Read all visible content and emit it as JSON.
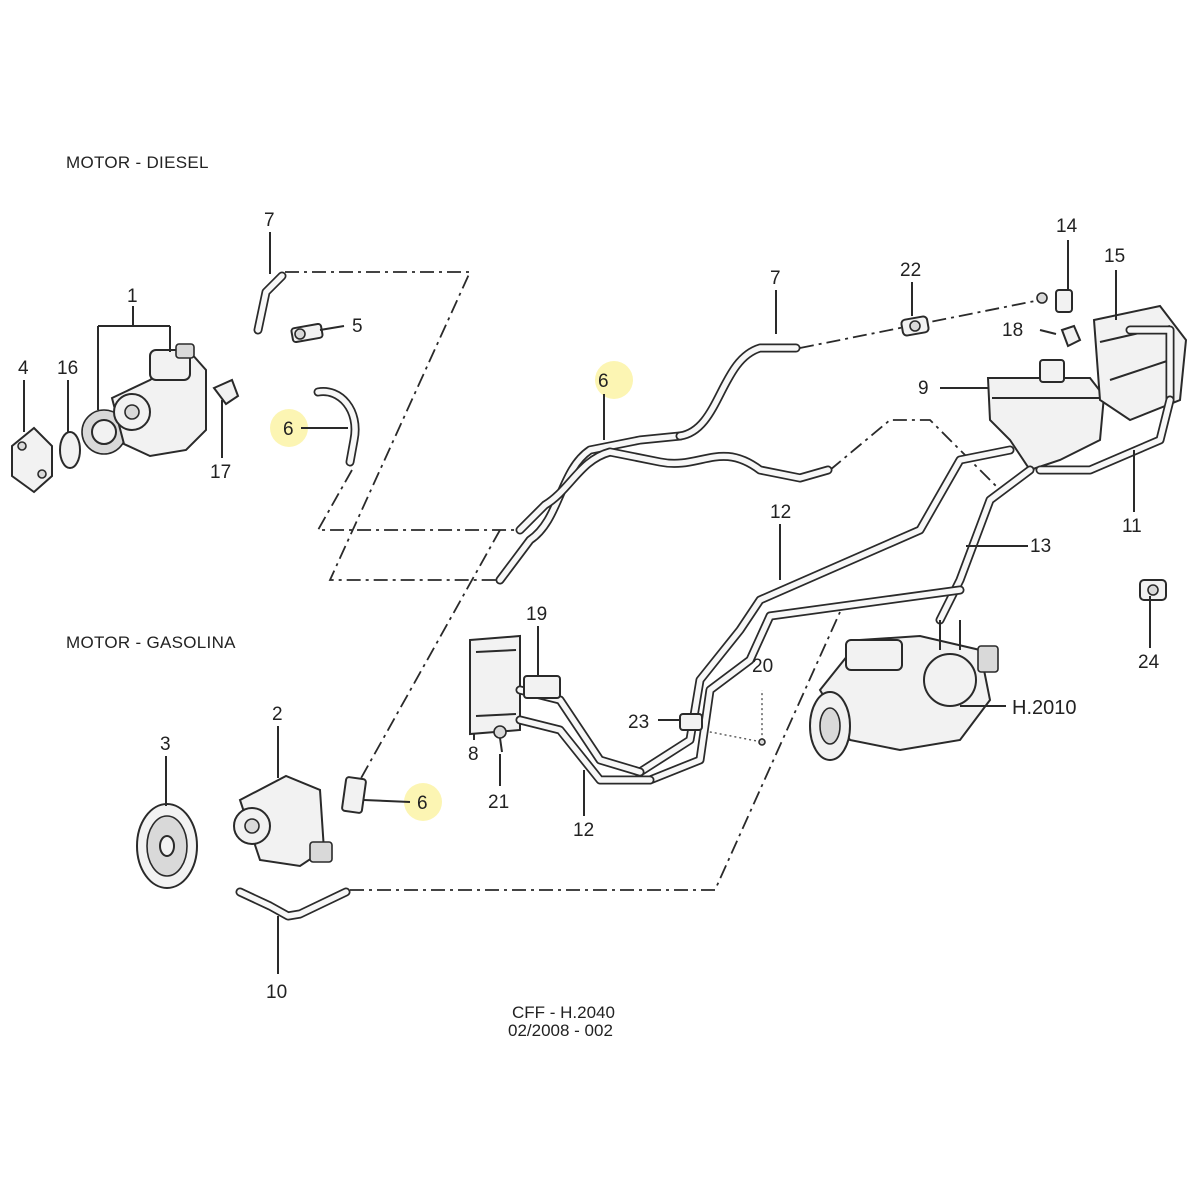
{
  "sections": {
    "diesel": "MOTOR - DIESEL",
    "gasolina": "MOTOR - GASOLINA"
  },
  "callouts": {
    "p1": "1",
    "p2": "2",
    "p3": "3",
    "p4": "4",
    "p5": "5",
    "p6a": "6",
    "p6b": "6",
    "p6c": "6",
    "p7a": "7",
    "p7b": "7",
    "p8": "8",
    "p9": "9",
    "p10": "10",
    "p11": "11",
    "p12a": "12",
    "p12b": "12",
    "p13": "13",
    "p14": "14",
    "p15": "15",
    "p16": "16",
    "p17": "17",
    "p18": "18",
    "p19": "19",
    "p20": "20",
    "p21": "21",
    "p22": "22",
    "p23": "23",
    "p24": "24",
    "ref": "H.2010"
  },
  "highlight_color": "#fbf3a6",
  "footer": {
    "line1": "CFF - H.2040",
    "line2": "02/2008 - 002"
  }
}
